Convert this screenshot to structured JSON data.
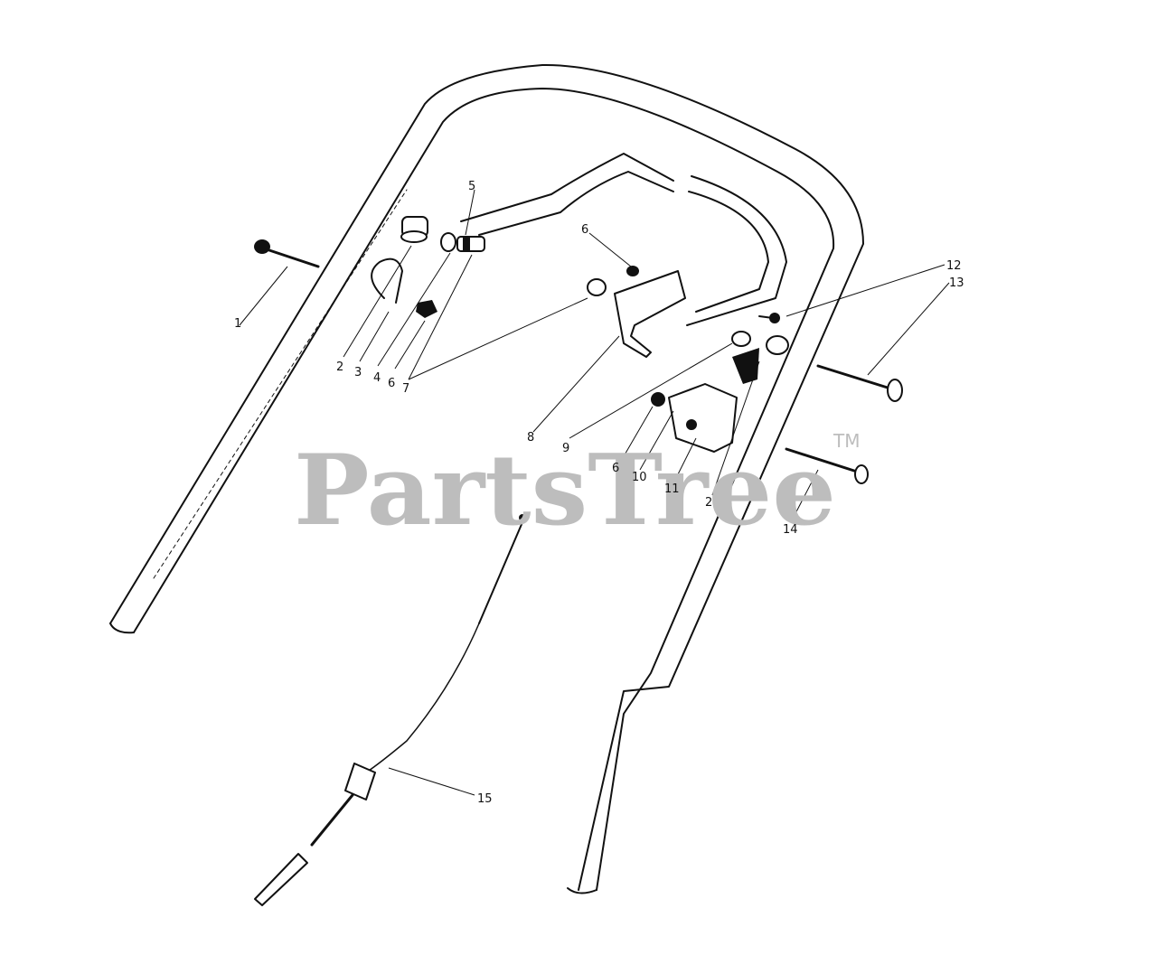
{
  "watermark": {
    "text": "PartsTree",
    "trademark": "TM"
  },
  "callouts": {
    "n1": "1",
    "n2a": "2",
    "n2b": "2",
    "n3": "3",
    "n4": "4",
    "n5": "5",
    "n6a": "6",
    "n6b": "6",
    "n6c": "6",
    "n7": "7",
    "n8": "8",
    "n9": "9",
    "n10": "10",
    "n11": "11",
    "n12": "12",
    "n13": "13",
    "n14": "14",
    "n15": "15"
  },
  "colors": {
    "ink": "#111111",
    "watermark": "#bdbdbd",
    "background": "#ffffff"
  }
}
